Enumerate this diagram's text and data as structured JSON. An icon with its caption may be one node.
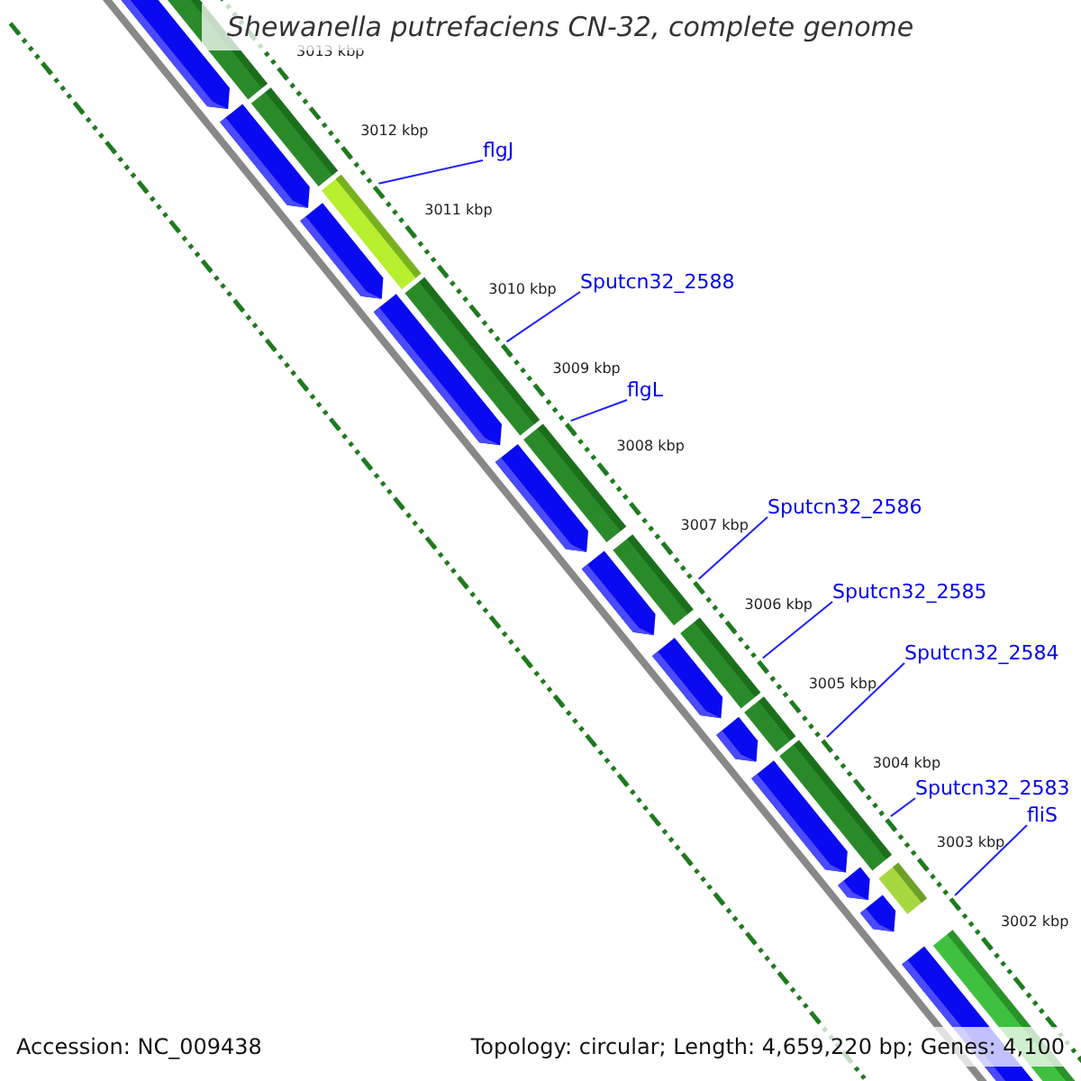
{
  "diagram": {
    "title": "Shewanella putrefaciens CN-32, complete genome",
    "nodes": [
      {
        "text": [
          "flgJ"
        ]
      },
      {
        "text": [
          "Sputcn32_2588"
        ]
      },
      {
        "text": [
          "flgL"
        ]
      },
      {
        "text": [
          "Sputcn32_2586"
        ]
      },
      {
        "text": [
          "Sputcn32_2585"
        ]
      },
      {
        "text": [
          "Sputcn32_2584"
        ]
      },
      {
        "text": [
          "Sputcn32_2583"
        ]
      },
      {
        "text": [
          "fliS"
        ]
      }
    ],
    "edges": [
      {
        "from": 0,
        "to": null,
        "arrow": "none"
      },
      {
        "from": 1,
        "to": null,
        "arrow": "none"
      },
      {
        "from": 2,
        "to": null,
        "arrow": "none"
      },
      {
        "from": 3,
        "to": null,
        "arrow": "none"
      },
      {
        "from": 4,
        "to": null,
        "arrow": "none"
      },
      {
        "from": 5,
        "to": null,
        "arrow": "none"
      },
      {
        "from": 6,
        "to": null,
        "arrow": "none"
      },
      {
        "from": 7,
        "to": null,
        "arrow": "none"
      }
    ],
    "labels": [
      "3013 kbp",
      "3012 kbp",
      "3011 kbp",
      "3010 kbp",
      "3009 kbp",
      "3008 kbp",
      "3007 kbp",
      "3006 kbp",
      "3005 kbp",
      "3004 kbp",
      "3003 kbp",
      "3002 kbp",
      "Accession: NC_009438",
      "Topology: circular; Length: 4,659,220 bp; Genes: 4,100"
    ]
  }
}
